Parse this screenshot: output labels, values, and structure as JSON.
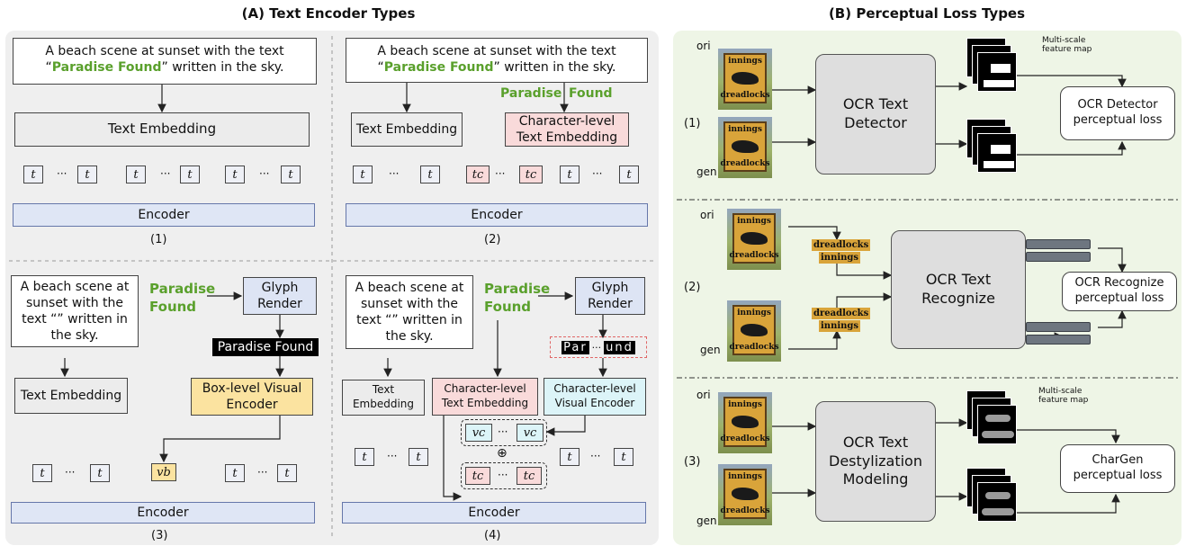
{
  "titles": {
    "a": "(A) Text Encoder Types",
    "b": "(B) Perceptual  Loss Types"
  },
  "prompt": {
    "line1": "A beach scene at sunset with the text",
    "quote_open": "“",
    "highlight": "Paradise Found",
    "line2_rest": "” written in the sky."
  },
  "prompt_short": "A beach scene at sunset with the text “” written in the sky.",
  "highlight_stacked": "Paradise Found",
  "split_words": [
    "Paradise",
    "Found"
  ],
  "text_embedding": "Text Embedding",
  "char_text_embedding": "Character-level Text Embedding",
  "glyph_render": "Glyph Render",
  "rendered_glyph": "Paradise Found",
  "box_visual_encoder": "Box-level Visual Encoder",
  "char_visual_encoder": "Character-level Visual Encoder",
  "char_glyphs": {
    "left": "Par",
    "right": "und"
  },
  "encoder": "Encoder",
  "panel_labels": [
    "(1)",
    "(2)",
    "(3)",
    "(4)"
  ],
  "tokens": {
    "t": "t",
    "tc": "tc",
    "vc": "vc",
    "vb": "vb",
    "ellipsis": "···",
    "plus": "⊕"
  },
  "perceptual": {
    "ori": "ori",
    "gen": "gen",
    "sign_words": [
      "innings",
      "dreadlocks"
    ],
    "feature_map": "Multi-scale feature map",
    "rows": [
      {
        "label": "(1)",
        "module": "OCR Text Detector",
        "loss": "OCR Detector perceptual loss"
      },
      {
        "label": "(2)",
        "module": "OCR Text Recognize",
        "loss": "OCR Recognize perceptual loss"
      },
      {
        "label": "(3)",
        "module": "OCR Text Destylization Modeling",
        "loss": "CharGen perceptual loss"
      }
    ]
  },
  "colors": {
    "green": "#5aa02c",
    "encoder": "#dfe6f5",
    "pink": "#f9dada",
    "yellow": "#fbe3a0",
    "cyan": "#dcf4f8",
    "panel_b_bg": "#eef5e6"
  }
}
